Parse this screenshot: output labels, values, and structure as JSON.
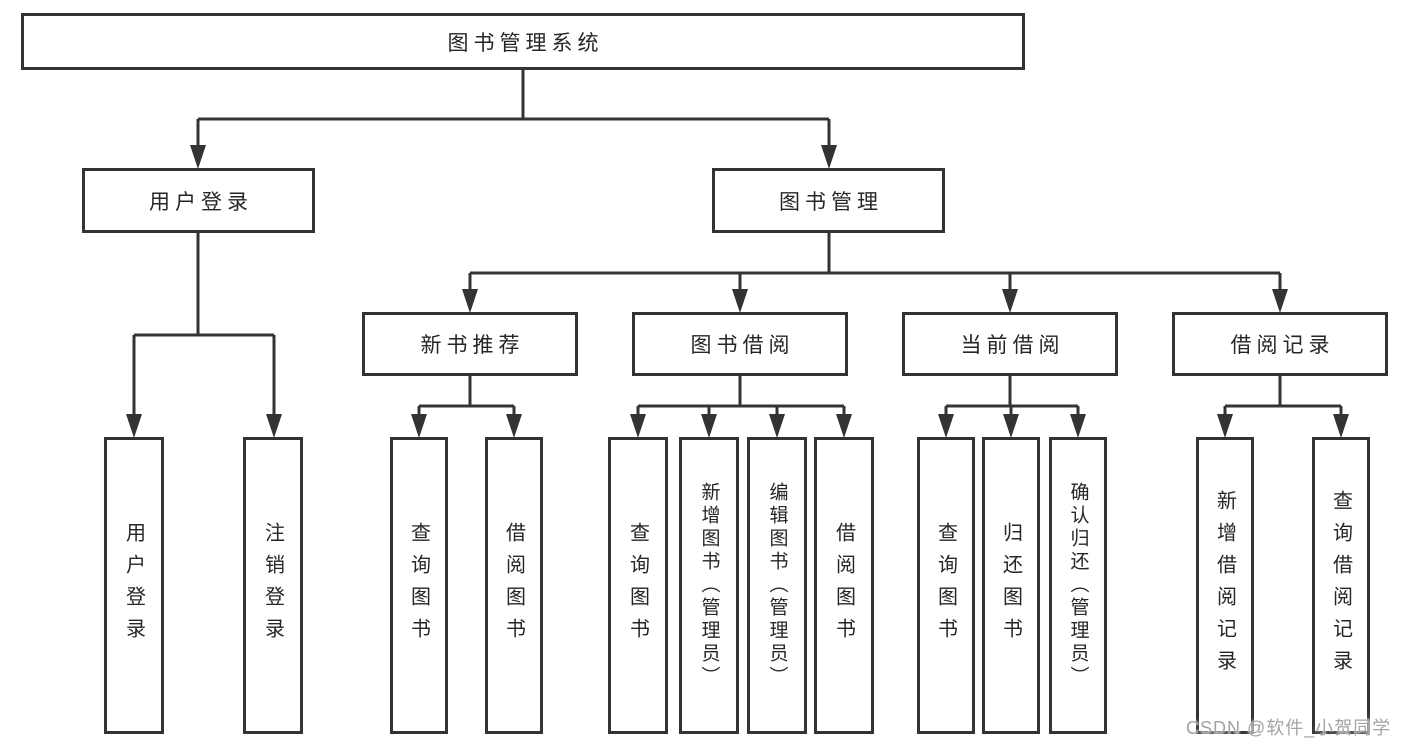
{
  "colors": {
    "background": "#ffffff",
    "line": "#333333",
    "box_border": "#333333",
    "text": "#262626",
    "watermark": "#a3a3a3"
  },
  "diagram": {
    "root": {
      "label": "图书管理系统"
    },
    "level2": [
      {
        "label": "用户登录"
      },
      {
        "label": "图书管理"
      }
    ],
    "level3": [
      {
        "label": "新书推荐",
        "parent": "图书管理"
      },
      {
        "label": "图书借阅",
        "parent": "图书管理"
      },
      {
        "label": "当前借阅",
        "parent": "图书管理"
      },
      {
        "label": "借阅记录",
        "parent": "图书管理"
      }
    ],
    "leaves": [
      {
        "label": "用户登录",
        "parent": "用户登录"
      },
      {
        "label": "注销登录",
        "parent": "用户登录"
      },
      {
        "label": "查询图书",
        "parent": "新书推荐"
      },
      {
        "label": "借阅图书",
        "parent": "新书推荐"
      },
      {
        "label": "查询图书",
        "parent": "图书借阅"
      },
      {
        "label": "新增图书（管理员）",
        "parent": "图书借阅"
      },
      {
        "label": "编辑图书（管理员）",
        "parent": "图书借阅"
      },
      {
        "label": "借阅图书",
        "parent": "图书借阅"
      },
      {
        "label": "查询图书",
        "parent": "当前借阅"
      },
      {
        "label": "归还图书",
        "parent": "当前借阅"
      },
      {
        "label": "确认归还（管理员）",
        "parent": "当前借阅"
      },
      {
        "label": "新增借阅记录",
        "parent": "借阅记录"
      },
      {
        "label": "查询借阅记录",
        "parent": "借阅记录"
      }
    ]
  },
  "watermark": {
    "text": "CSDN @软件_小贺同学"
  }
}
